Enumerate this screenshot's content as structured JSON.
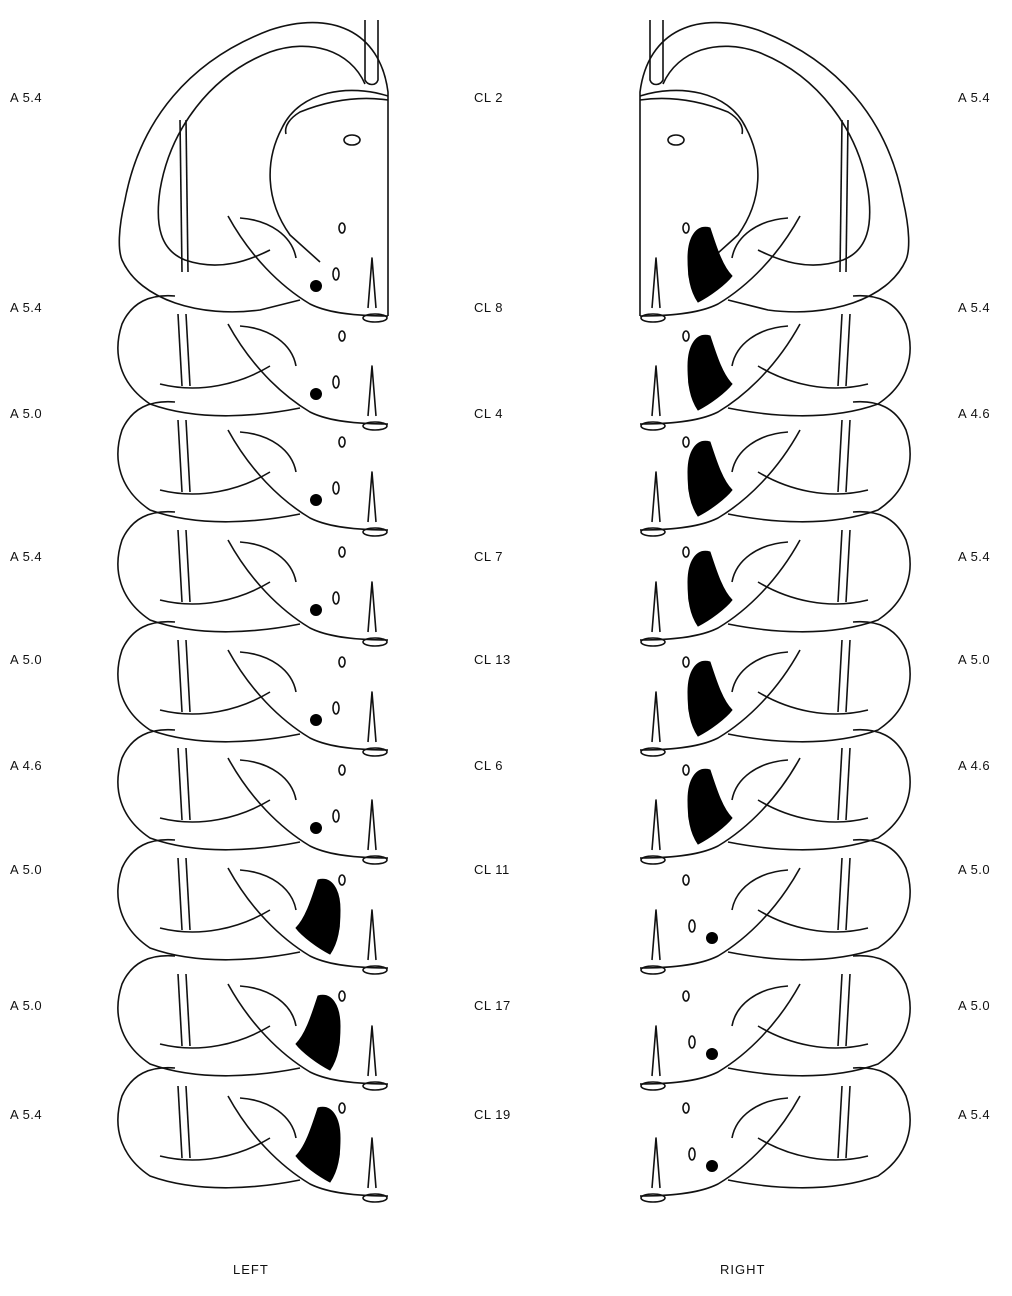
{
  "figure": {
    "left_column_label": "LEFT",
    "right_column_label": "RIGHT",
    "rows": [
      {
        "left_level": "A 5.4",
        "case": "CL 2",
        "right_level": "A 5.4",
        "left_lesion": "dot",
        "right_lesion": "large"
      },
      {
        "left_level": "A 5.4",
        "case": "CL 8",
        "right_level": "A 5.4",
        "left_lesion": "dot",
        "right_lesion": "large"
      },
      {
        "left_level": "A 5.0",
        "case": "CL 4",
        "right_level": "A 4.6",
        "left_lesion": "dot",
        "right_lesion": "large"
      },
      {
        "left_level": "A 5.4",
        "case": "CL 7",
        "right_level": "A 5.4",
        "left_lesion": "dot",
        "right_lesion": "large"
      },
      {
        "left_level": "A 5.0",
        "case": "CL 13",
        "right_level": "A 5.0",
        "left_lesion": "dot",
        "right_lesion": "large"
      },
      {
        "left_level": "A 4.6",
        "case": "CL 6",
        "right_level": "A 4.6",
        "left_lesion": "dot",
        "right_lesion": "large"
      },
      {
        "left_level": "A 5.0",
        "case": "CL 11",
        "right_level": "A 5.0",
        "left_lesion": "large",
        "right_lesion": "dot"
      },
      {
        "left_level": "A 5.0",
        "case": "CL 17",
        "right_level": "A 5.0",
        "left_lesion": "large",
        "right_lesion": "dot"
      },
      {
        "left_level": "A 5.4",
        "case": "CL 19",
        "right_level": "A 5.4",
        "left_lesion": "large",
        "right_lesion": "dot"
      }
    ]
  }
}
